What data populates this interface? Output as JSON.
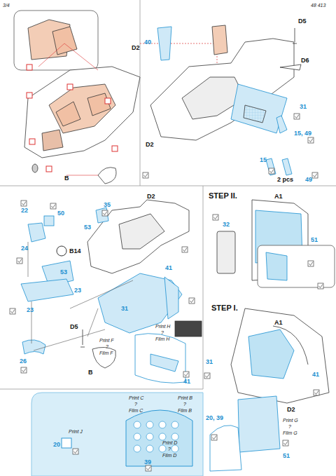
{
  "diagram": {
    "labels": [
      "3/4",
      "48 413",
      "D2",
      "B",
      "40",
      "D5",
      "D6",
      "31",
      "15, 49",
      "D2",
      "15",
      "2 pcs",
      "49",
      "22",
      "50",
      "24",
      "B14",
      "53",
      "23",
      "23",
      "26",
      "35",
      "53",
      "D2",
      "41",
      "31",
      "D5",
      "B",
      "Print F",
      "?",
      "Film F",
      "Print H",
      "?",
      "Film H",
      "41",
      "STEP II.",
      "A1",
      "32",
      "51",
      "STEP I.",
      "A1",
      "31",
      "41",
      "D2",
      "Print G",
      "?",
      "Film G",
      "20, 39",
      "51",
      "Print C",
      "?",
      "Film C",
      "Print B",
      "?",
      "Film B",
      "Print D",
      "?",
      "Film D",
      "Print J",
      "20",
      "39"
    ]
  }
}
